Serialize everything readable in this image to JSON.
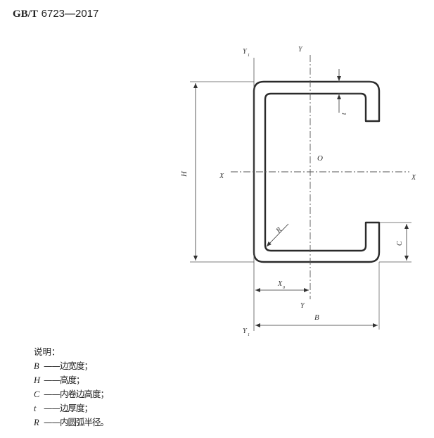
{
  "header": {
    "standard": "GB/T",
    "number": "6723—2017"
  },
  "diagram": {
    "labels": {
      "Y_top": "Y",
      "Y1_top": "Y",
      "Y1_top_sub": "1",
      "t": "t",
      "O": "O",
      "X_left": "X",
      "X_right": "X",
      "H": "H",
      "R": "R",
      "C": "C",
      "X0": "X",
      "X0_sub": "0",
      "Y_bottom": "Y",
      "B": "B",
      "Y1_bottom": "Y",
      "Y1_bottom_sub": "1"
    }
  },
  "legend": {
    "title": "说明：",
    "items": [
      {
        "symbol": "B",
        "text": "——边宽度；"
      },
      {
        "symbol": "H",
        "text": "——高度；"
      },
      {
        "symbol": "C",
        "text": "——内卷边高度；"
      },
      {
        "symbol": "t",
        "text": "——边厚度；"
      },
      {
        "symbol": "R",
        "text": "——内圆弧半径。"
      }
    ]
  }
}
